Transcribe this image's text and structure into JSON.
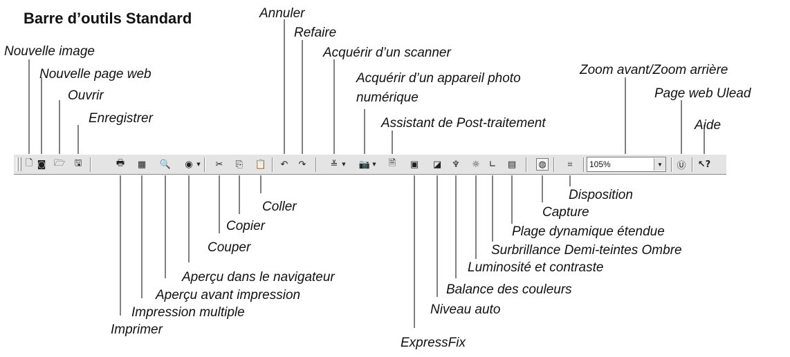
{
  "title": "Barre d’outils Standard",
  "zoom": {
    "value": "105%"
  },
  "callouts": {
    "nouvelle_image": "Nouvelle image",
    "nouvelle_page_web": "Nouvelle page web",
    "ouvrir": "Ouvrir",
    "enregistrer": "Enregistrer",
    "annuler": "Annuler",
    "refaire": "Refaire",
    "acquerir_scanner": "Acquérir d’un scanner",
    "acquerir_appareil_1": "Acquérir d’un appareil photo",
    "acquerir_appareil_2": "numérique",
    "assistant": "Assistant de Post-traitement",
    "zoom": "Zoom avant/Zoom arrière",
    "page_web_ulead": "Page web Ulead",
    "aide": "Aide",
    "disposition": "Disposition",
    "capture": "Capture",
    "coller": "Coller",
    "copier": "Copier",
    "plage": "Plage dynamique étendue",
    "couper": "Couper",
    "surbrillance": "Surbrillance  Demi-teintes  Ombre",
    "luminosite": "Luminosité et contraste",
    "apercu_navigateur": "Aperçu dans le navigateur",
    "balance": "Balance des couleurs",
    "apercu_impression": "Aperçu avant impression",
    "impression_multiple": "Impression  multiple",
    "niveau_auto": "Niveau auto",
    "imprimer": "Imprimer",
    "expressfix": "ExpressFix"
  }
}
